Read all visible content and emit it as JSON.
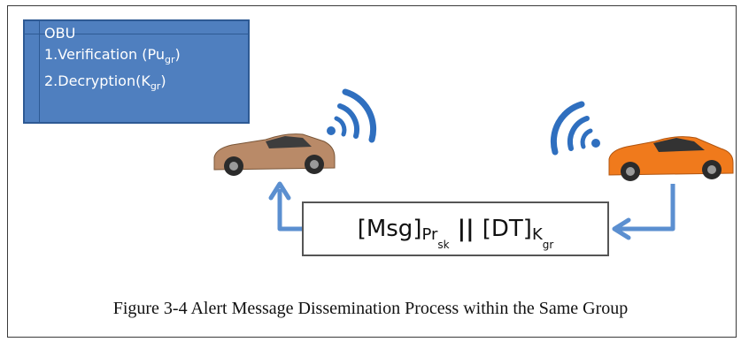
{
  "obu": {
    "title": "OBU",
    "verification_label": "1.Verification (Pu",
    "verification_sub": "gr",
    "verification_close": ")",
    "decryption_label": "2.Decryption(K",
    "decryption_sub": "gr",
    "decryption_close": ")"
  },
  "message": {
    "msg": "[Msg]",
    "pr": "Pr",
    "pr_sub": "sk",
    "concat": " || ",
    "dt": "[DT]",
    "k": "K",
    "k_sub": "gr"
  },
  "caption": "Figure 3-4 Alert Message Dissemination Process within the Same Group",
  "colors": {
    "obu_fill": "#4f7fbf",
    "arrow": "#5b8fd0",
    "wifi": "#2f6fbf",
    "car_left": "#b98a68",
    "car_right": "#f07a1c"
  }
}
